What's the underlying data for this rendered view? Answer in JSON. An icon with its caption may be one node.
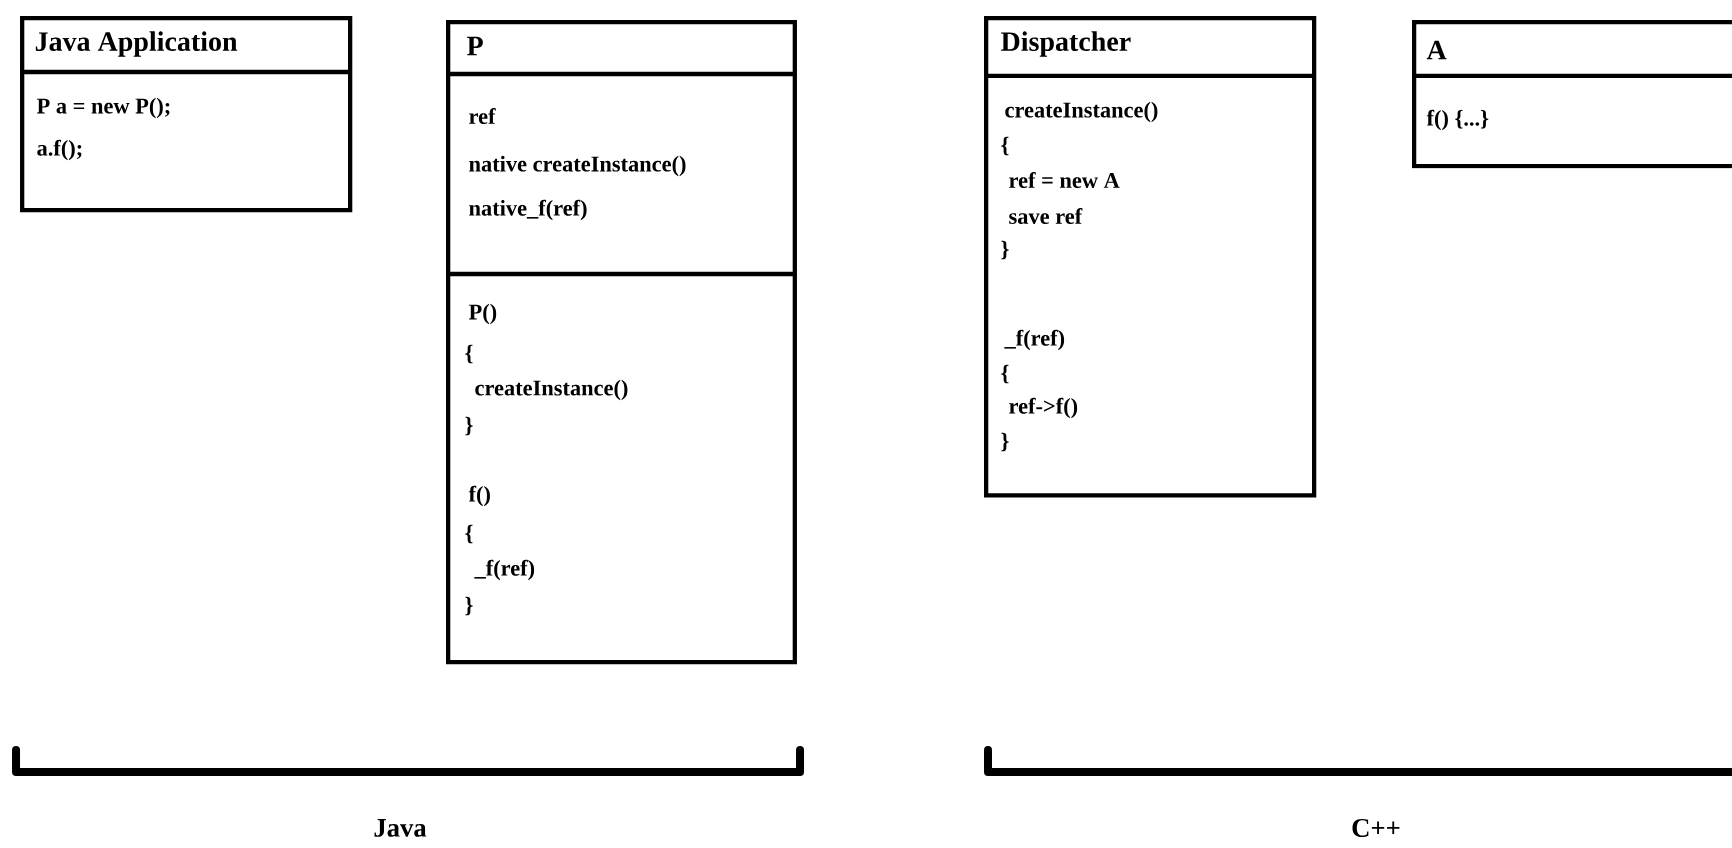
{
  "diagram": {
    "nodes": [
      {
        "text": [
          "Java Application",
          "P a = new P();",
          "a.f();"
        ]
      },
      {
        "text": [
          "P",
          "ref",
          "native createInstance()",
          "native_f(ref)",
          "P()",
          "{",
          "createInstance()",
          "}",
          "f()",
          "{",
          "_f(ref)",
          "}"
        ]
      },
      {
        "text": [
          "Dispatcher",
          "createInstance()",
          "{",
          "ref = new A",
          "save ref",
          "}",
          "_f(ref)",
          "{",
          "ref->f()",
          "}"
        ]
      },
      {
        "text": [
          "A",
          "f() {...}"
        ]
      }
    ],
    "labels": [
      "Java",
      "C++"
    ]
  }
}
